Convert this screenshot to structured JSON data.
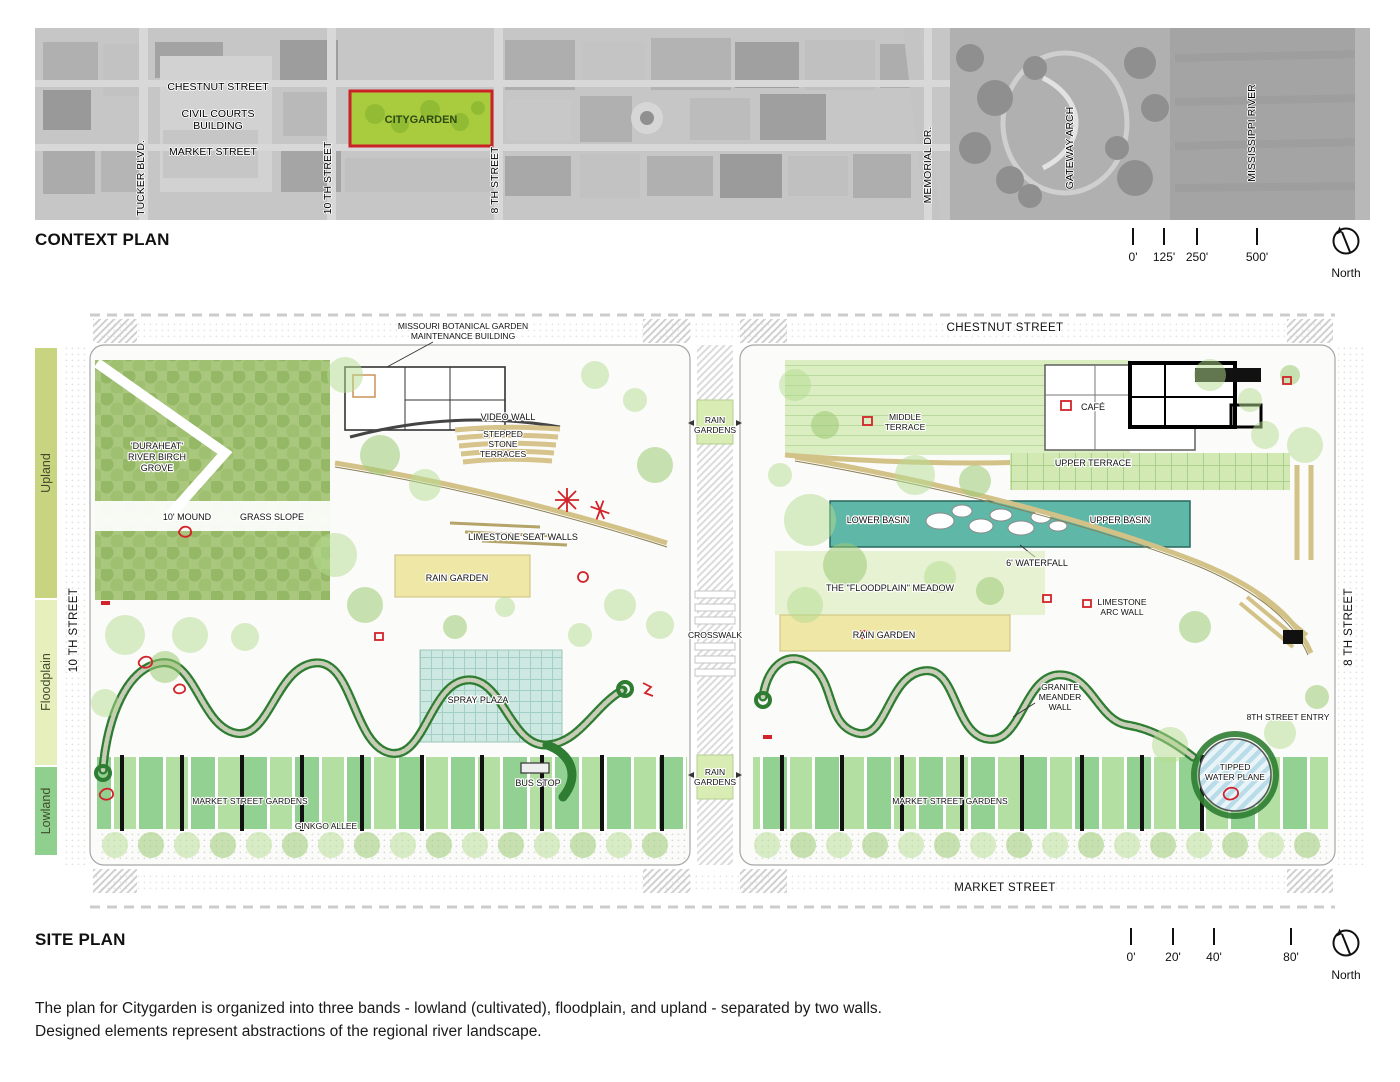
{
  "context_plan": {
    "title": "CONTEXT PLAN",
    "citygarden_label": "CITYGARDEN",
    "streets": {
      "chestnut": "CHESTNUT STREET",
      "civil_courts_1": "CIVIL COURTS",
      "civil_courts_2": "BUILDING",
      "market": "MARKET STREET",
      "tucker": "TUCKER BLVD.",
      "tenth": "10 TH STREET",
      "eighth": "8 TH STREET",
      "memorial": "MEMORIAL DR.",
      "gateway": "GATEWAY ARCH",
      "mississippi": "MISSISSIPPI RIVER"
    },
    "scale_ticks": [
      "0'",
      "125'",
      "250'",
      "500'"
    ],
    "north_label": "North"
  },
  "site_plan": {
    "title": "SITE PLAN",
    "bands": [
      {
        "label": "Upland",
        "color": "#c9d480"
      },
      {
        "label": "Floodplain",
        "color": "#e7efbc"
      },
      {
        "label": "Lowland",
        "color": "#8fd08f"
      }
    ],
    "streets": {
      "chestnut": "CHESTNUT STREET",
      "market": "MARKET STREET",
      "tenth": "10 TH STREET",
      "eighth": "8 TH STREET"
    },
    "labels": {
      "maintenance_1": "MISSOURI BOTANICAL GARDEN",
      "maintenance_2": "MAINTENANCE BUILDING",
      "video_wall": "VIDEO WALL",
      "stepped_1": "STEPPED",
      "stepped_2": "STONE",
      "stepped_3": "TERRACES",
      "duraheat_1": "'DURAHEAT'",
      "duraheat_2": "RIVER BIRCH",
      "duraheat_3": "GROVE",
      "mound": "10' MOUND",
      "grass_slope": "GRASS SLOPE",
      "limestone_seat_walls": "LIMESTONE SEAT WALLS",
      "rain_garden_left": "RAIN GARDEN",
      "spray_plaza": "SPRAY PLAZA",
      "bus_stop": "BUS STOP",
      "msg_left": "MARKET STREET GARDENS",
      "ginkgo": "GINKGO ALLEE",
      "rain_1": "RAIN",
      "rain_2": "GARDENS",
      "crosswalk": "CROSSWALK",
      "middle_terrace_1": "MIDDLE",
      "middle_terrace_2": "TERRACE",
      "cafe": "CAFÉ",
      "upper_terrace": "UPPER TERRACE",
      "lower_basin": "LOWER BASIN",
      "upper_basin": "UPPER BASIN",
      "waterfall": "6' WATERFALL",
      "meadow": "THE \"FLOODPLAIN\" MEADOW",
      "rain_garden_right": "RAIN GARDEN",
      "arc_wall_1": "LIMESTONE",
      "arc_wall_2": "ARC WALL",
      "meander_1": "GRANITE",
      "meander_2": "MEANDER",
      "meander_3": "WALL",
      "entry_8th": "8TH STREET ENTRY",
      "tipped_1": "TIPPED",
      "tipped_2": "WATER PLANE",
      "msg_right": "MARKET STREET GARDENS"
    },
    "scale_ticks": [
      "0'",
      "20'",
      "40'",
      "80'"
    ],
    "north_label": "North"
  },
  "caption": {
    "line1": "The plan for Citygarden is organized into three bands - lowland (cultivated), floodplain, and upland - separated by two walls.",
    "line2": "Designed elements represent abstractions of the regional river landscape."
  },
  "colors": {
    "citygarden_highlight": "#a8cc3e",
    "citygarden_border": "#cc2127",
    "water": "#5fb7a7",
    "tree_green": "#b4db90",
    "rain_garden_yellow": "#efe7a6",
    "limestone_tan": "#d3c287",
    "meander_wall_green": "#2e7d32",
    "sculpture_red": "#d2232a"
  }
}
